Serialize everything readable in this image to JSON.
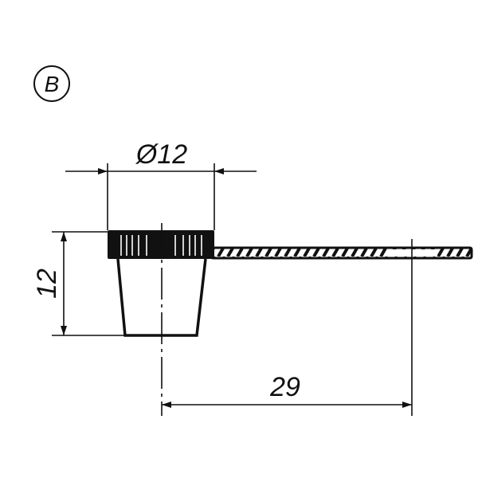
{
  "view_label": "B",
  "dimensions": {
    "diameter": "Ø12",
    "height": "12",
    "length": "29"
  },
  "colors": {
    "line": "#111111",
    "background": "#ffffff"
  }
}
